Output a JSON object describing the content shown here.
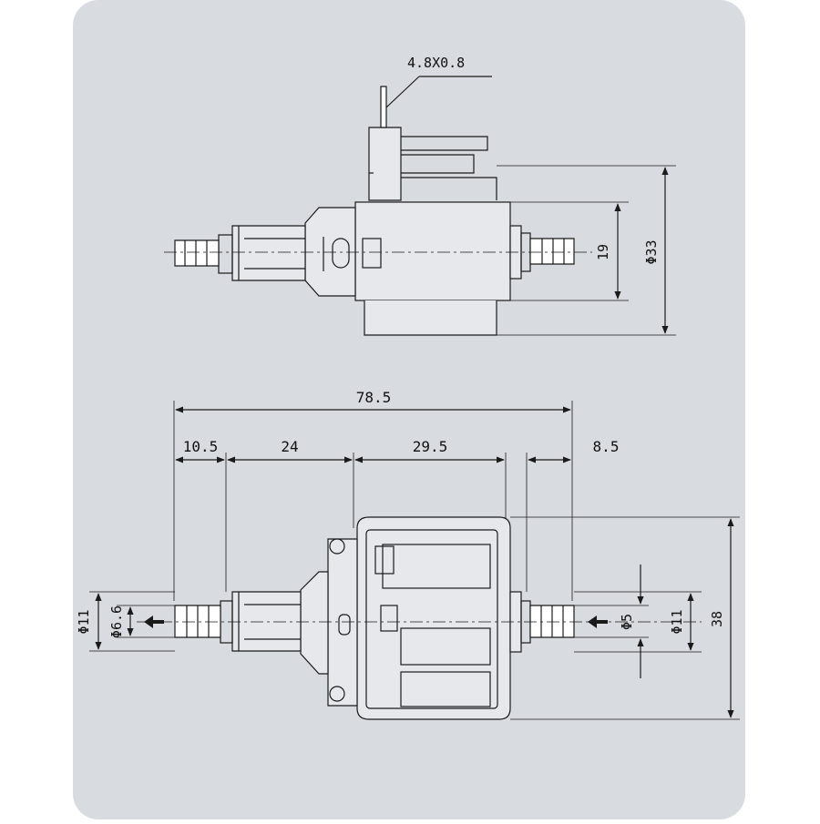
{
  "colors": {
    "panel": "#d8dbe0",
    "page": "#ffffff",
    "line": "#1a1a1a",
    "body_fill": "#e6e8ec"
  },
  "top_view": {
    "terminal_size": "4.8X0.8",
    "dim_width": "19",
    "dim_diameter": "Φ33"
  },
  "bottom_view": {
    "overall_length": "78.5",
    "seg_inlet": "10.5",
    "seg_neck": "24",
    "seg_body": "29.5",
    "seg_outlet": "8.5",
    "inlet_outer_dia": "Φ11",
    "inlet_inner_dia": "Φ6.6",
    "outlet_inner_dia": "Φ5",
    "outlet_outer_dia": "Φ11",
    "body_height": "38"
  },
  "icons": {
    "inlet_flow": "arrow-left-icon",
    "outlet_flow": "arrow-left-icon"
  }
}
